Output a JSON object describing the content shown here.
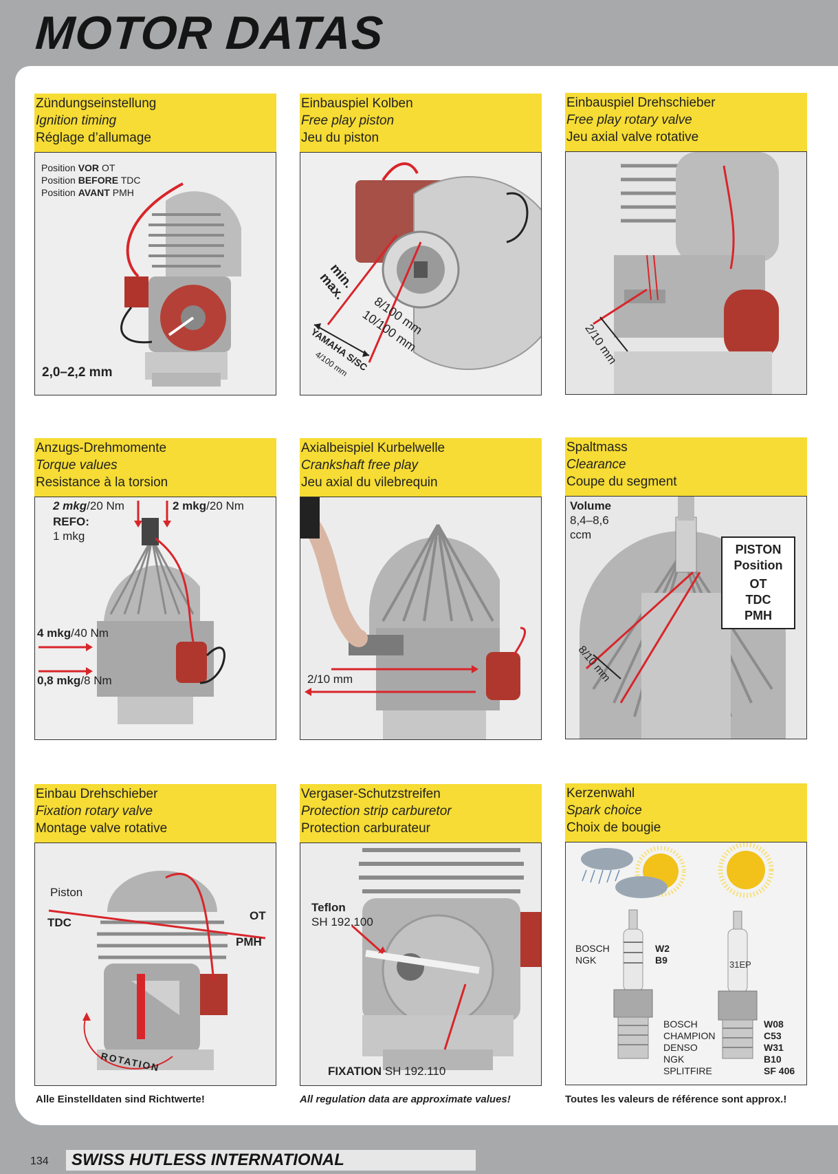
{
  "page": {
    "title": "MOTOR DATAS",
    "page_number": "134",
    "publisher": "SWISS HUTLESS INTERNATIONAL"
  },
  "colors": {
    "caption_bg": "#f6dc34",
    "sheet_bg": "#ffffff",
    "border_bg": "#a7a9ab",
    "accent_red": "#d8252a"
  },
  "panels": [
    {
      "de": "Zündungseinstellung",
      "en": "Ignition timing",
      "fr": "Réglage d’allumage"
    },
    {
      "de": "Einbauspiel Kolben",
      "en": "Free play piston",
      "fr": "Jeu du piston"
    },
    {
      "de": "Einbauspiel Drehschieber",
      "en": "Free play rotary valve",
      "fr": "Jeu axial valve rotative"
    },
    {
      "de": "Anzugs-Drehmomente",
      "en": "Torque values",
      "fr": "Resistance à la torsion"
    },
    {
      "de": "Axialbeispiel Kurbelwelle",
      "en": "Crankshaft free play",
      "fr": "Jeu axial du vilebrequin"
    },
    {
      "de": "Spaltmass",
      "en": "Clearance",
      "fr": "Coupe du segment"
    },
    {
      "de": "Einbau Drehschieber",
      "en": "Fixation rotary valve",
      "fr": "Montage valve rotative"
    },
    {
      "de": "Vergaser-Schutzstreifen",
      "en": "Protection strip carburetor",
      "fr": "Protection carburateur"
    },
    {
      "de": "Kerzenwahl",
      "en": "Spark choice",
      "fr": "Choix de bougie"
    }
  ],
  "ignition": {
    "pos1_a": "Position",
    "pos1_b": "VOR",
    "pos1_c": "OT",
    "pos2_a": "Position",
    "pos2_b": "BEFORE",
    "pos2_c": "TDC",
    "pos3_a": "Position",
    "pos3_b": "AVANT",
    "pos3_c": "PMH",
    "value": "2,0–2,2 mm"
  },
  "piston": {
    "min": "min.",
    "max": "max.",
    "v1": "8/100 mm",
    "v2": "10/100 mm",
    "yamaha": "YAMAHA S/SC",
    "yamaha_val": "4/100 mm"
  },
  "rotary": {
    "value": "2/10 mm"
  },
  "torque": {
    "t1_b": "2 mkg",
    "t1_r": "/20 Nm",
    "t2_b": "2 mkg",
    "t2_r": "/20 Nm",
    "refo": "REFO:",
    "refo_val": "1 mkg",
    "t3_b": "4 mkg",
    "t3_r": "/40 Nm",
    "t4_b": "0,8 mkg",
    "t4_r": "/8 Nm"
  },
  "crank": {
    "value": "2/10 mm"
  },
  "clearance": {
    "volume": "Volume",
    "volume_val": "8,4–8,6",
    "volume_unit": "ccm",
    "box1": "PISTON",
    "box2": "Position",
    "box3": "OT",
    "box4": "TDC",
    "box5": "PMH",
    "value": "8/10 mm"
  },
  "fixation": {
    "piston": "Piston",
    "tdc": "TDC",
    "ot": "OT",
    "pmh": "PMH",
    "rotation": "ROTATION"
  },
  "carb": {
    "teflon": "Teflon",
    "teflon_ref": "SH 192.100",
    "fix_b": "FIXATION",
    "fix_r": "SH 192.110"
  },
  "spark": {
    "rain_brands": [
      "BOSCH",
      "NGK"
    ],
    "rain_values": [
      "W2",
      "B9"
    ],
    "sun_brands": [
      "BOSCH",
      "CHAMPION",
      "DENSO",
      "NGK",
      "SPLITFIRE"
    ],
    "sun_values": [
      "W08",
      "C53",
      "W31",
      "B10",
      "SF 406"
    ],
    "plug_mark": "31EP"
  },
  "footer": {
    "de": "Alle Einstelldaten sind Richtwerte!",
    "en": "All regulation data are approximate values!",
    "fr": "Toutes les valeurs de référence sont approx.!"
  }
}
